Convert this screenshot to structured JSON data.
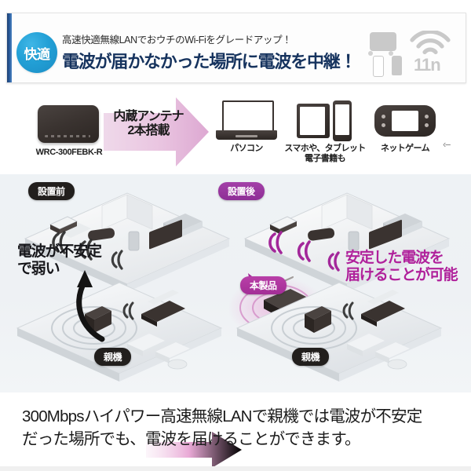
{
  "banner": {
    "badge_label": "快適",
    "subtitle": "高速快適無線LANでおウチのWi-Fiをグレードアップ！",
    "headline": "電波が届かなかった場所に電波を中継！",
    "standard_label": "11n",
    "accent_blue": "#22a0d6",
    "accent_navy": "#1d3f73",
    "headline_color": "#16335e"
  },
  "device_row": {
    "product_model": "WRC-300FEBK-R",
    "arrow_text_line1": "内蔵アンテナ",
    "arrow_text_line2": "2本搭載",
    "devices": [
      {
        "caption_line1": "パソコン",
        "caption_line2": ""
      },
      {
        "caption_line1": "スマホや、タブレット",
        "caption_line2": "電子書籍も"
      },
      {
        "caption_line1": "ネットゲーム",
        "caption_line2": ""
      }
    ],
    "more_indicator": "‹⎯"
  },
  "diagram": {
    "before": {
      "pill_label": "設置前",
      "note_line1": "電波が不安定",
      "note_line2": "で弱い",
      "base_unit_label": "親機"
    },
    "after": {
      "pill_label": "設置後",
      "product_pill_label": "本製品",
      "note_line1": "安定した電波を",
      "note_line2": "届けることが可能",
      "base_unit_label": "親機"
    },
    "pill_dark_color": "#221f1d",
    "pill_purple_color": "#8e2e96",
    "note_magenta_color": "#b0219b"
  },
  "caption": {
    "line1": "300Mbpsハイパワー高速無線LANで親機では電波が不安定",
    "line2": "だった場所でも、電波を届けることができます。"
  }
}
